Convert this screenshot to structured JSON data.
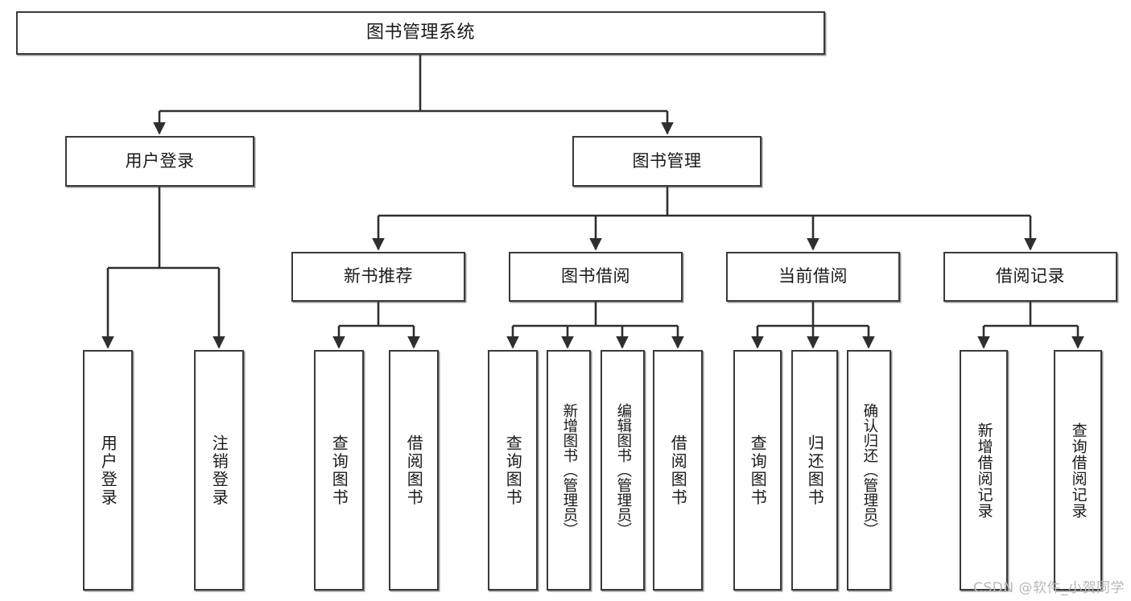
{
  "diagram": {
    "type": "tree",
    "title": "图书管理系统",
    "watermark": "CSDN @软件_小贺同学",
    "colors": {
      "box_border": "#3a3a3a",
      "box_fill": "#ffffff",
      "connector": "#2f2f2f",
      "text": "#1a1a1a",
      "watermark": "#b9b9b9"
    },
    "nodes": {
      "root": {
        "label": "图书管理系统"
      },
      "level2": [
        {
          "label": "用户登录"
        },
        {
          "label": "图书管理"
        }
      ],
      "level3": [
        {
          "label": "新书推荐"
        },
        {
          "label": "图书借阅"
        },
        {
          "label": "当前借阅"
        },
        {
          "label": "借阅记录"
        }
      ],
      "leaves": {
        "user_login": [
          {
            "label": "用户登录"
          },
          {
            "label": "注销登录"
          }
        ],
        "new_book": [
          {
            "label": "查询图书"
          },
          {
            "label": "借阅图书"
          }
        ],
        "book_borrow": [
          {
            "label": "查询图书"
          },
          {
            "label": "新增图书（管理员）"
          },
          {
            "label": "编辑图书（管理员）"
          },
          {
            "label": "借阅图书"
          }
        ],
        "current_borrow": [
          {
            "label": "查询图书"
          },
          {
            "label": "归还图书"
          },
          {
            "label": "确认归还（管理员）"
          }
        ],
        "borrow_record": [
          {
            "label": "新增借阅记录"
          },
          {
            "label": "查询借阅记录"
          }
        ]
      }
    }
  }
}
